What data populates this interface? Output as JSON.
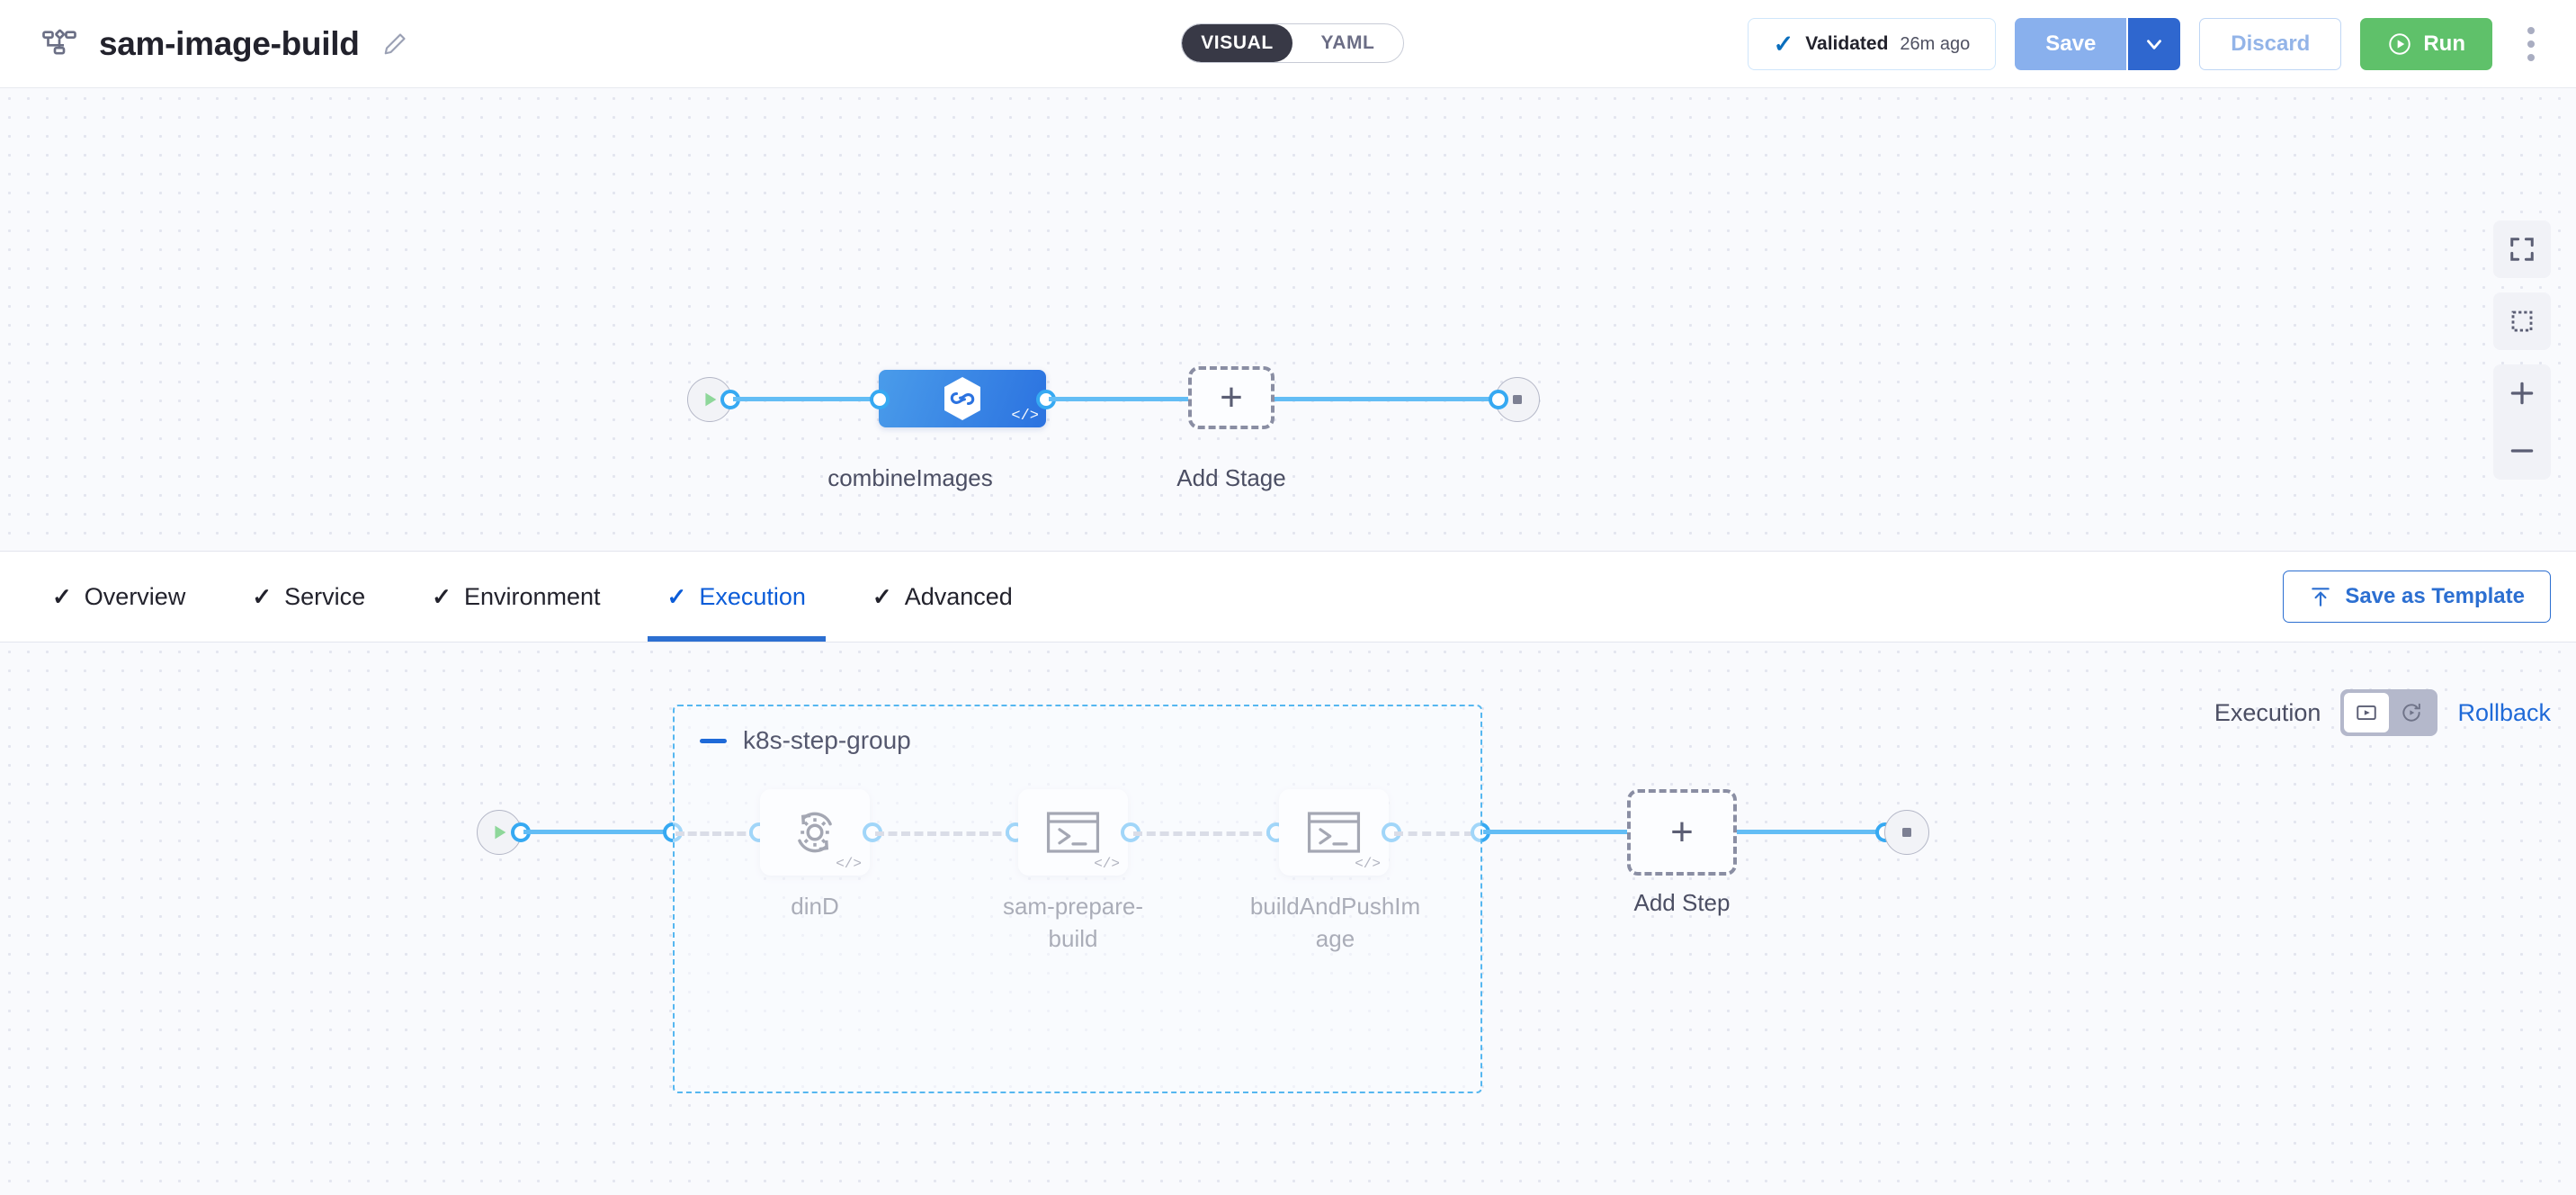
{
  "header": {
    "pipeline_icon": "pipeline-flow-icon",
    "title": "sam-image-build",
    "edit_icon": "pencil-edit-icon",
    "view_toggle": {
      "options": [
        "VISUAL",
        "YAML"
      ],
      "selected": "VISUAL"
    },
    "validated": {
      "check_icon": "check-icon",
      "label": "Validated",
      "time": "26m ago"
    },
    "save_label": "Save",
    "save_caret_icon": "chevron-down-icon",
    "discard_label": "Discard",
    "run_label": "Run",
    "run_icon": "play-circle-icon",
    "more_icon": "kebab-menu-icon",
    "colors": {
      "save_bg": "#89b0ed",
      "save_caret_bg": "#2f67cf",
      "run_bg": "#5fc16a",
      "discard_text": "#93b4e8",
      "accent_blue": "#2c6fd1"
    }
  },
  "stage_canvas": {
    "start_node": {
      "icon": "play-triangle-icon",
      "name": "pipeline-start"
    },
    "end_node": {
      "icon": "stop-square-icon",
      "name": "pipeline-end"
    },
    "stages": [
      {
        "label": "combineImages",
        "icon": "harness-hexagon-icon",
        "code_glyph": "</>",
        "type": "stage"
      }
    ],
    "add_stage": {
      "label": "Add Stage",
      "icon": "plus-icon"
    },
    "controls": [
      {
        "name": "fit-to-screen-button",
        "icon": "fullscreen-icon"
      },
      {
        "name": "select-area-button",
        "icon": "dashed-square-icon"
      },
      {
        "name": "zoom-in-button",
        "icon": "plus-icon"
      },
      {
        "name": "zoom-out-button",
        "icon": "minus-icon"
      }
    ]
  },
  "tabs": [
    {
      "label": "Overview",
      "check": "✓",
      "active": false
    },
    {
      "label": "Service",
      "check": "✓",
      "active": false
    },
    {
      "label": "Environment",
      "check": "✓",
      "active": false
    },
    {
      "label": "Execution",
      "check": "✓",
      "active": true
    },
    {
      "label": "Advanced",
      "check": "✓",
      "active": false
    }
  ],
  "save_as_template": {
    "label": "Save as Template",
    "icon": "save-template-icon"
  },
  "execution_controls": {
    "label": "Execution",
    "toggle": [
      {
        "name": "execution-view-button",
        "icon": "play-box-icon",
        "active": true
      },
      {
        "name": "rollback-view-button",
        "icon": "rollback-arrow-icon",
        "active": false
      }
    ],
    "rollback_link": "Rollback"
  },
  "step_canvas": {
    "start_node": {
      "icon": "play-triangle-icon",
      "name": "execution-start"
    },
    "end_node": {
      "icon": "stop-square-icon",
      "name": "execution-end"
    },
    "group": {
      "title": "k8s-step-group",
      "collapse_icon": "minus-icon",
      "steps": [
        {
          "label": "dinD",
          "icon": "background-gear-icon",
          "code_glyph": "</>"
        },
        {
          "label": "sam-prepare-\nbuild",
          "icon": "terminal-icon",
          "code_glyph": "</>"
        },
        {
          "label": "buildAndPushIm\nage",
          "icon": "terminal-icon",
          "code_glyph": "</>"
        }
      ]
    },
    "add_step": {
      "label": "Add Step",
      "icon": "plus-icon"
    }
  }
}
